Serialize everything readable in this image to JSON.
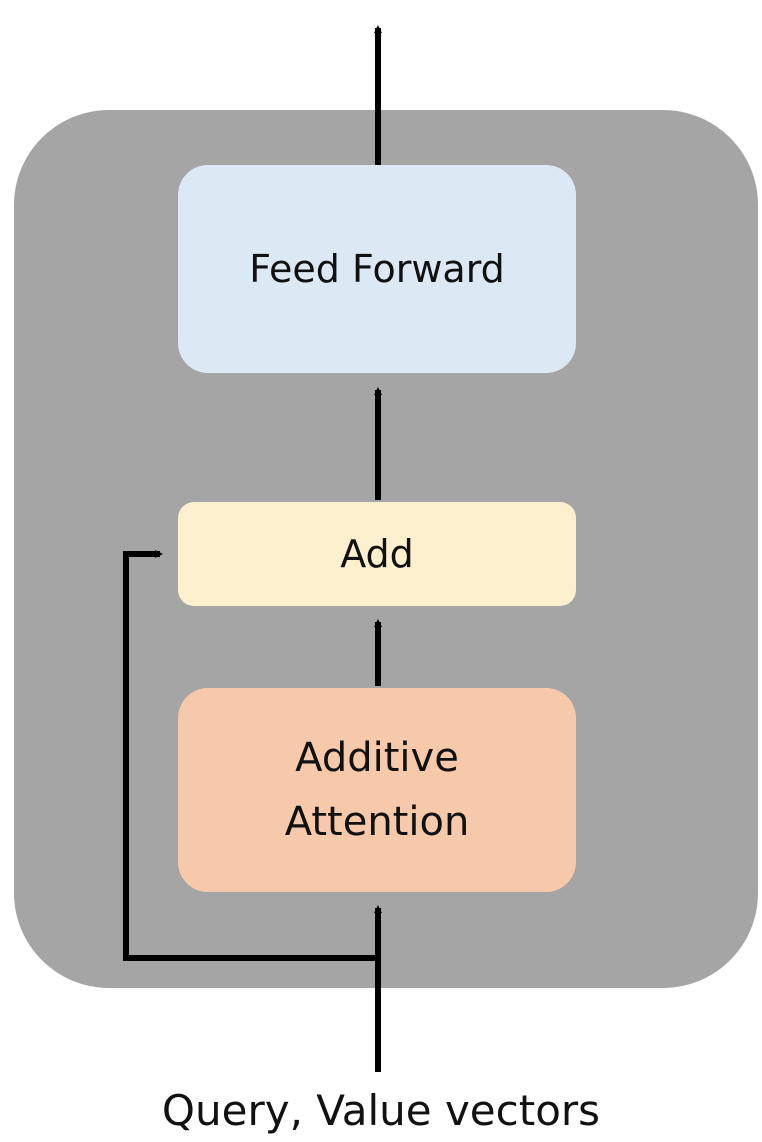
{
  "blocks": {
    "feed_forward": {
      "label": "Feed Forward",
      "color": "#dce9f5"
    },
    "add": {
      "label": "Add",
      "color": "#fdf0cf"
    },
    "additive_attention": {
      "label": "Additive\nAttention",
      "color": "#f6c9aa"
    }
  },
  "container": {
    "color": "#a5a5a5"
  },
  "input_label": "Query, Value vectors",
  "colors": {
    "arrow": "#000000",
    "background": "#ffffff"
  }
}
